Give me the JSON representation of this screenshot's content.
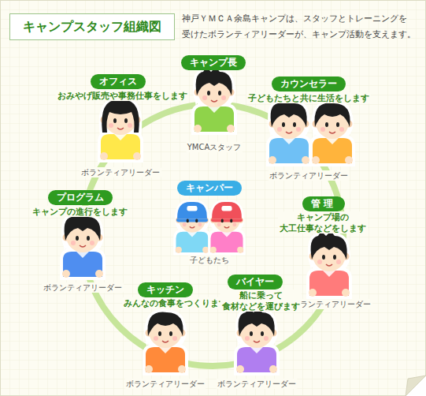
{
  "diagram": {
    "title": "キャンプスタッフ組織図",
    "nodes": [
      {
        "text": [
          "キャンプ長"
        ]
      },
      {
        "text": [
          "オフィス"
        ]
      },
      {
        "text": [
          "カウンセラー"
        ]
      },
      {
        "text": [
          "キャンパー"
        ]
      },
      {
        "text": [
          "プログラム"
        ]
      },
      {
        "text": [
          "管理"
        ]
      },
      {
        "text": [
          "キッチン"
        ]
      },
      {
        "text": [
          "バイヤー"
        ]
      }
    ],
    "labels": [
      "神戸ＹＭＣＡ余島キャンプは、スタッフとトレーニングを 受けたボランティアリーダーが、キャンプ活動を支えます。",
      "YMCAスタッフ",
      "おみやげ販売や事務仕事をします",
      "ボランティアリーダー",
      "子どもたちと共に生活をします",
      "ボランティアリーダー",
      "子どもたち",
      "キャンプの進行をします",
      "ボランティアリーダー",
      "キャンプ場の 大工仕事などをします",
      "ボランティアリーダー",
      "みんなの食事をつくります",
      "ボランティアリーダー",
      "船に乗って 食材などを運びます",
      "ボランティアリーダー"
    ]
  }
}
